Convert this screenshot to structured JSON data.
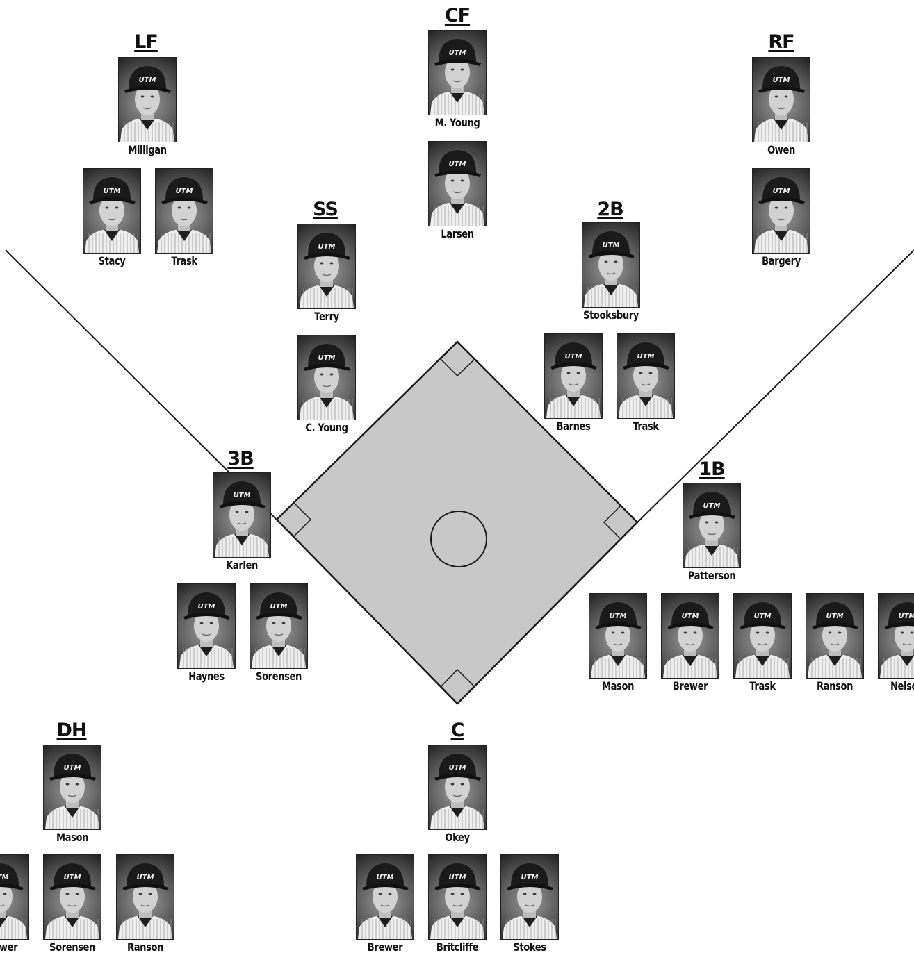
{
  "positions": {
    "lf": "LF",
    "cf": "CF",
    "rf": "RF",
    "ss": "SS",
    "second_base": "2B",
    "third_base": "3B",
    "first_base": "1B",
    "dh": "DH",
    "catcher": "C"
  },
  "cap_logo": "UTM",
  "players": {
    "milligan": "Milligan",
    "stacy": "Stacy",
    "trask_lf": "Trask",
    "m_young": "M. Young",
    "larsen": "Larsen",
    "owen": "Owen",
    "bargery": "Bargery",
    "terry": "Terry",
    "c_young": "C. Young",
    "stooksbury": "Stooksbury",
    "barnes": "Barnes",
    "trask_2b": "Trask",
    "karlen": "Karlen",
    "haynes": "Haynes",
    "sorensen_3b": "Sorensen",
    "patterson": "Patterson",
    "mason_1b": "Mason",
    "brewer_1b": "Brewer",
    "trask_1b": "Trask",
    "ranson_1b": "Ranson",
    "nelson": "Nelson",
    "mason_dh": "Mason",
    "brewer_dh": "Brewer",
    "sorensen_dh": "Sorensen",
    "ranson_dh": "Ranson",
    "okey": "Okey",
    "brewer_c": "Brewer",
    "britcliffe": "Britcliffe",
    "stokes": "Stokes"
  },
  "colors": {
    "infield": "#c8c8c8",
    "lines": "#1a1a1a",
    "text": "#111111"
  }
}
